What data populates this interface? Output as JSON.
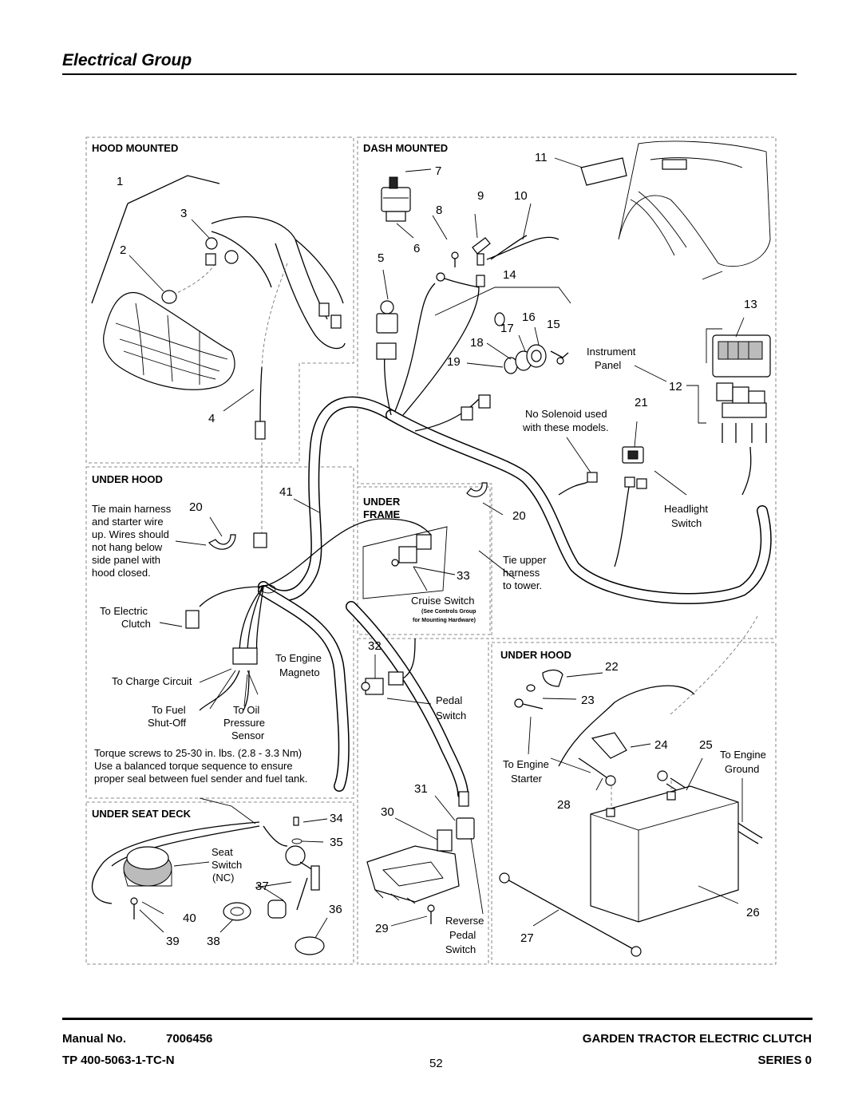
{
  "page": {
    "title": "Electrical Group"
  },
  "sections": {
    "hood_mounted": "HOOD MOUNTED",
    "dash_mounted": "DASH MOUNTED",
    "under_hood_left": "UNDER HOOD",
    "under_frame_1": "UNDER",
    "under_frame_2": "FRAME",
    "under_hood_right": "UNDER HOOD",
    "under_seat_deck": "UNDER SEAT DECK"
  },
  "notes": {
    "tie_main_1": "Tie main harness",
    "tie_main_2": "and starter wire",
    "tie_main_3": "up. Wires should",
    "tie_main_4": "not hang below",
    "tie_main_5": "side panel with",
    "tie_main_6": "hood closed.",
    "to_electric": "To Electric",
    "clutch": "Clutch",
    "to_charge": "To Charge Circuit",
    "to_engine": "To Engine",
    "magneto": "Magneto",
    "to_fuel": "To Fuel",
    "shut_off": "Shut-Off",
    "to_oil": "To Oil",
    "pressure": "Pressure",
    "sensor": "Sensor",
    "torque_1": "Torque screws to 25-30 in. lbs. (2.8 - 3.3 Nm)",
    "torque_2": "Use a balanced torque sequence to ensure",
    "torque_3": "proper seal between fuel sender and fuel tank.",
    "instrument": "Instrument",
    "panel": "Panel",
    "no_solenoid_1": "No Solenoid used",
    "no_solenoid_2": "with these models.",
    "headlight": "Headlight",
    "switch": "Switch",
    "tie_upper_1": "Tie upper",
    "tie_upper_2": "harness",
    "tie_upper_3": "to tower.",
    "cruise_switch": "Cruise Switch",
    "see_controls": "(See Controls Group",
    "for_mounting": "for Mounting Hardware)",
    "pedal": "Pedal",
    "pedal_switch": "Switch",
    "to_engine_starter_1": "To Engine",
    "to_engine_starter_2": "Starter",
    "to_engine_ground_1": "To Engine",
    "to_engine_ground_2": "Ground",
    "seat": "Seat",
    "seat_switch": "Switch",
    "nc": "(NC)",
    "reverse": "Reverse",
    "reverse_pedal": "Pedal",
    "reverse_switch": "Switch"
  },
  "callouts": {
    "n1": "1",
    "n2": "2",
    "n3": "3",
    "n4": "4",
    "n5": "5",
    "n6": "6",
    "n7": "7",
    "n8": "8",
    "n9": "9",
    "n10": "10",
    "n11": "11",
    "n12": "12",
    "n13": "13",
    "n14": "14",
    "n15": "15",
    "n16": "16",
    "n17": "17",
    "n18": "18",
    "n19": "19",
    "n20a": "20",
    "n20b": "20",
    "n21": "21",
    "n22": "22",
    "n23": "23",
    "n24": "24",
    "n25": "25",
    "n26": "26",
    "n27": "27",
    "n28": "28",
    "n29": "29",
    "n30": "30",
    "n31": "31",
    "n32": "32",
    "n33": "33",
    "n34": "34",
    "n35": "35",
    "n36": "36",
    "n37": "37",
    "n38": "38",
    "n39": "39",
    "n40": "40",
    "n41": "41"
  },
  "footer": {
    "manual_label": "Manual No.",
    "manual_number": "7006456",
    "tp": "TP 400-5063-1-TC-N",
    "page_number": "52",
    "product": "GARDEN TRACTOR ELECTRIC CLUTCH",
    "series": "SERIES 0"
  }
}
